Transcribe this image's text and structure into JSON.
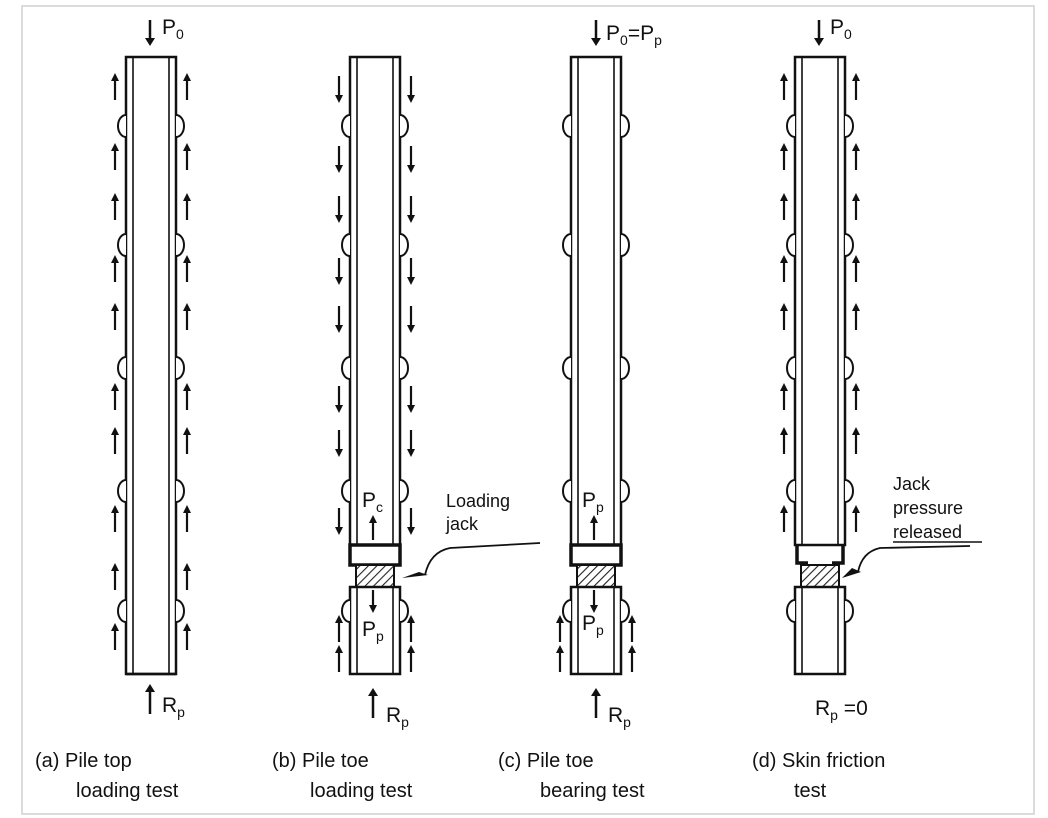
{
  "panels": [
    {
      "id": "a",
      "caption_line1": "(a) Pile top",
      "caption_line2": "loading test",
      "top_label": "P",
      "top_label_sub": "0",
      "bottom_label": "R",
      "bottom_label_sub": "p"
    },
    {
      "id": "b",
      "caption_line1": "(b) Pile toe",
      "caption_line2": "loading test",
      "upper_jack_label": "P",
      "upper_jack_sub": "c",
      "lower_jack_label": "P",
      "lower_jack_sub": "p",
      "bottom_label": "R",
      "bottom_label_sub": "p",
      "annotation_line1": "Loading",
      "annotation_line2": "jack"
    },
    {
      "id": "c",
      "caption_line1": "(c) Pile toe",
      "caption_line2": "bearing test",
      "top_label": "P",
      "top_label_sub": "0",
      "top_label_eq": "=P",
      "top_label_eq_sub": "p",
      "upper_jack_label": "P",
      "upper_jack_sub": "p",
      "lower_jack_label": "P",
      "lower_jack_sub": "p",
      "bottom_label": "R",
      "bottom_label_sub": "p"
    },
    {
      "id": "d",
      "caption_line1": "(d) Skin friction",
      "caption_line2": "test",
      "top_label": "P",
      "top_label_sub": "0",
      "bottom_label": "R",
      "bottom_label_sub": "p",
      "bottom_label_eq": " =0",
      "annotation_line1": "Jack",
      "annotation_line2": "pressure",
      "annotation_line3": "released"
    }
  ]
}
